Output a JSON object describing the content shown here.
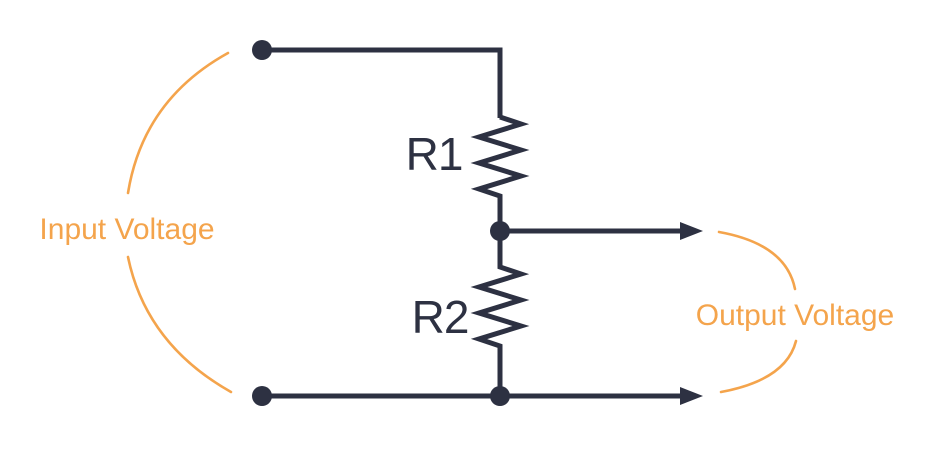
{
  "figure": {
    "type": "circuit-diagram"
  },
  "labels": {
    "input_voltage": "Input Voltage",
    "output_voltage": "Output Voltage",
    "resistor_top": "R1",
    "resistor_bottom": "R2"
  },
  "colors": {
    "wire": "#2d3142",
    "accent": "#f4a44c",
    "background": "#ffffff"
  }
}
